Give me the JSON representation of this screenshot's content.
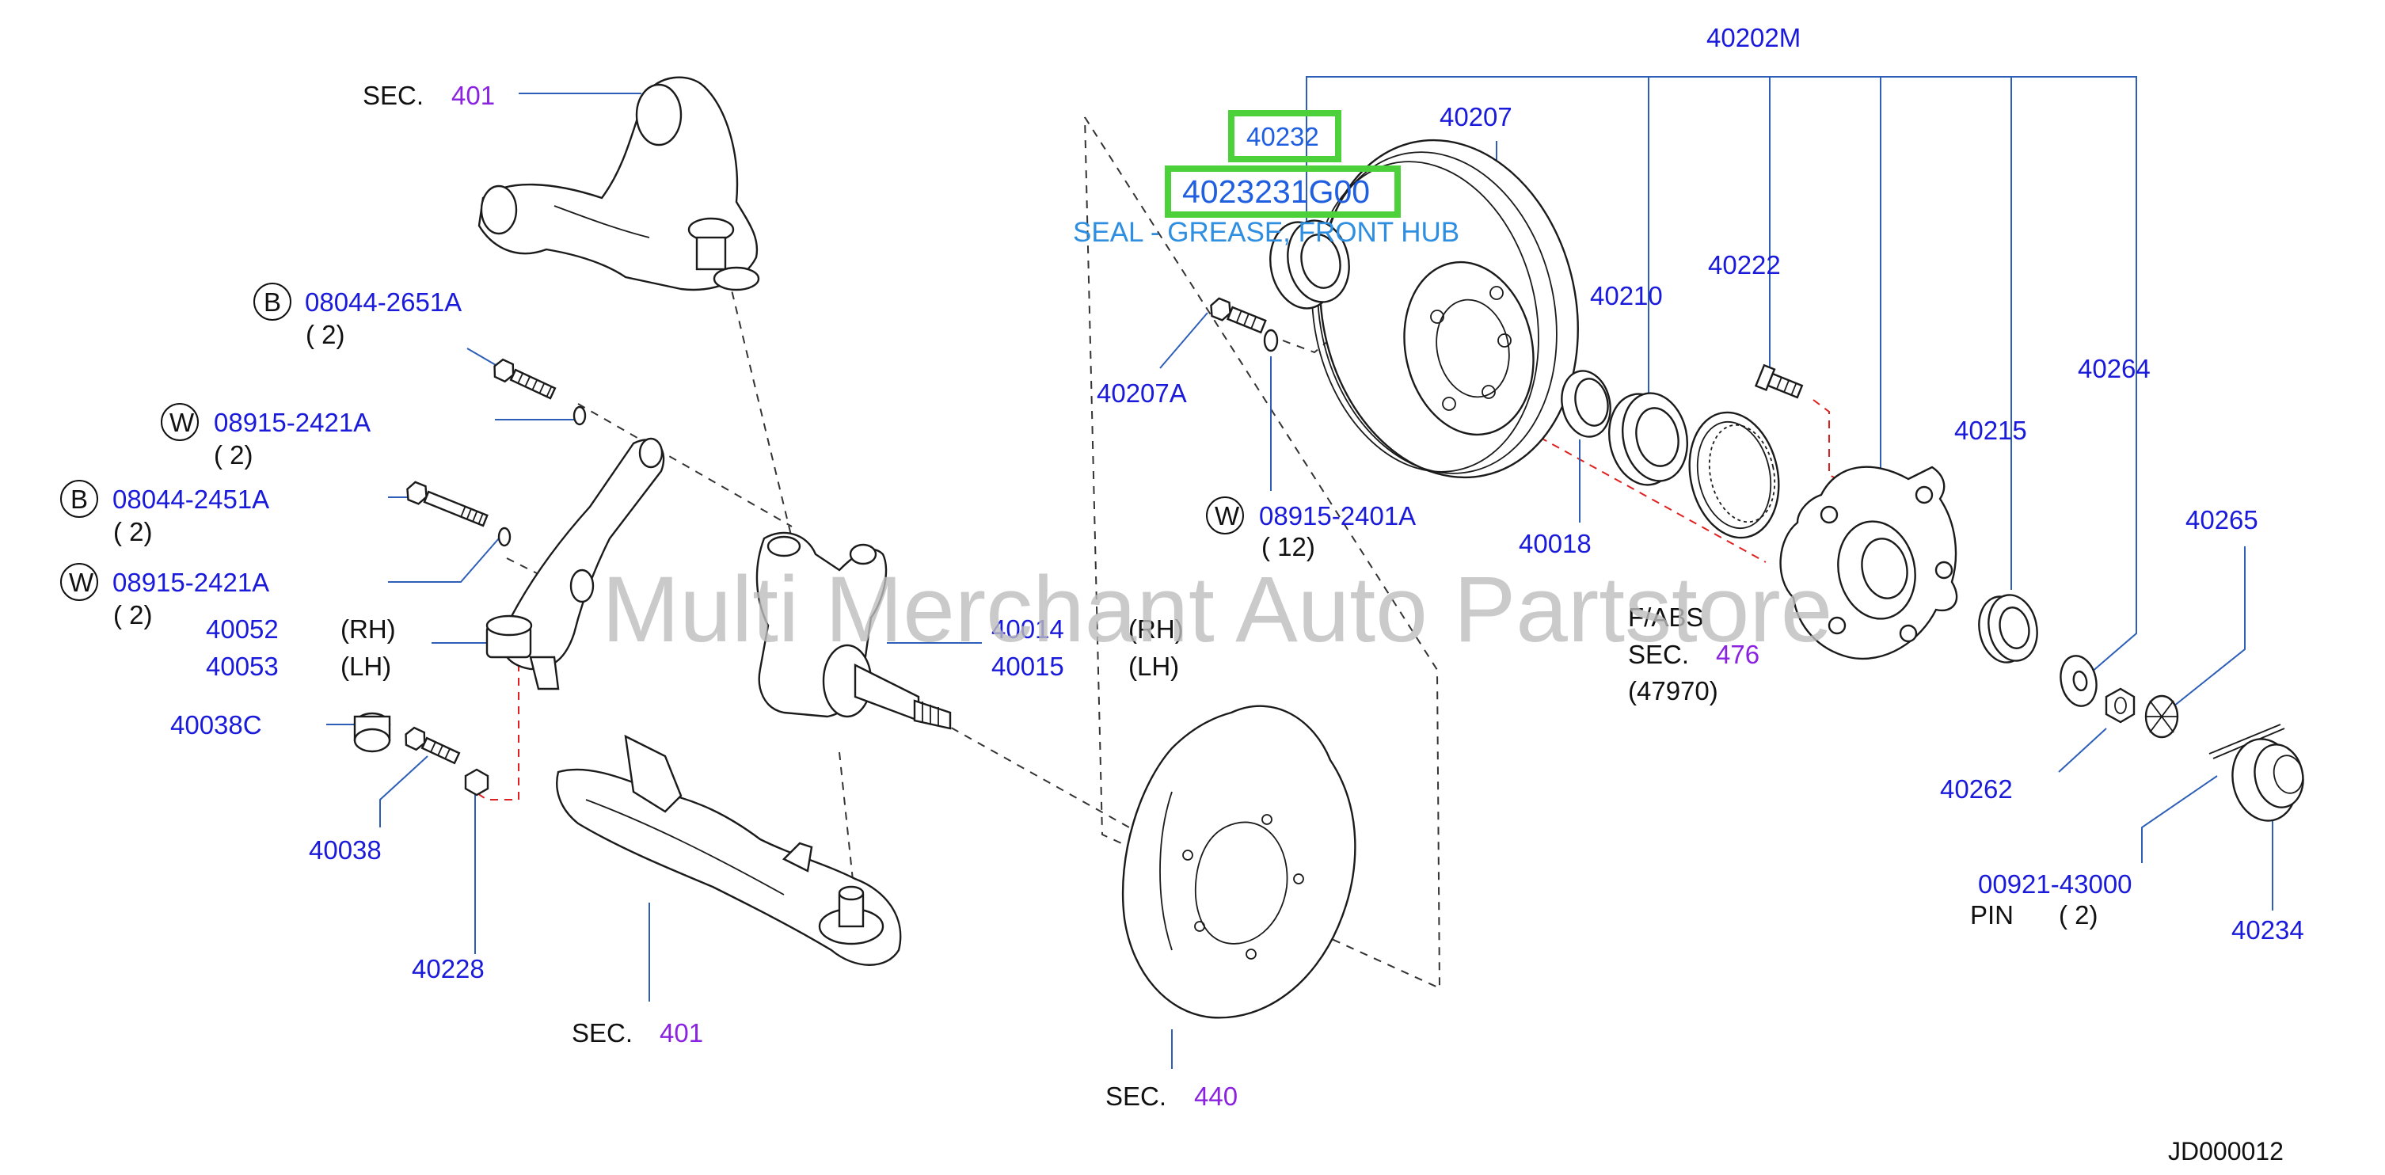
{
  "watermark": "Multi Merchant Auto Partstore",
  "diagram_id": "JD000012",
  "colors": {
    "part_number": "#1a1adb",
    "section_number": "#8a22e0",
    "leader_line": "#2d5fb8",
    "highlight_box": "#4cd13a",
    "callout_text": "#2e8ee0",
    "link_dash": "#e02020"
  },
  "highlight": {
    "part": "40232",
    "part_alt": "4023231G00",
    "description": "SEAL - GREASE, FRONT HUB"
  },
  "labels": {
    "group": "40202M",
    "p40207": "40207",
    "p40210": "40210",
    "p40222": "40222",
    "p40264": "40264",
    "p40215": "40215",
    "p40265": "40265",
    "p40207a": "40207A",
    "p08915_2401a": "08915-2401A",
    "qty_12": "( 12)",
    "p40018": "40018",
    "fabs": "F/ABS",
    "p40262": "40262",
    "p00921_43000": "00921-43000",
    "pin": "PIN",
    "qty_pin": "( 2)",
    "p40234": "40234",
    "p08044_2651a": "08044-2651A",
    "p08915_2421a_top": "08915-2421A",
    "p08044_2451a": "08044-2451A",
    "p08915_2421a_bot": "08915-2421A",
    "qty_a": "( 2)",
    "qty_b": "( 2)",
    "qty_c": "( 2)",
    "qty_d": "( 2)",
    "p40052": "40052",
    "p40053": "40053",
    "rh": "(RH)",
    "lh": "(LH)",
    "p40014": "40014",
    "p40015": "40015",
    "rh2": "(RH)",
    "lh2": "(LH)",
    "p40038c": "40038C",
    "p40038": "40038",
    "p40228": "40228",
    "sec_word": "SEC.",
    "sec_upper": "401",
    "sec_lower": "401",
    "sec_abs": "476",
    "abs_code": "(47970)",
    "sec_shield": "440",
    "marker_b": "B",
    "marker_w": "W"
  }
}
